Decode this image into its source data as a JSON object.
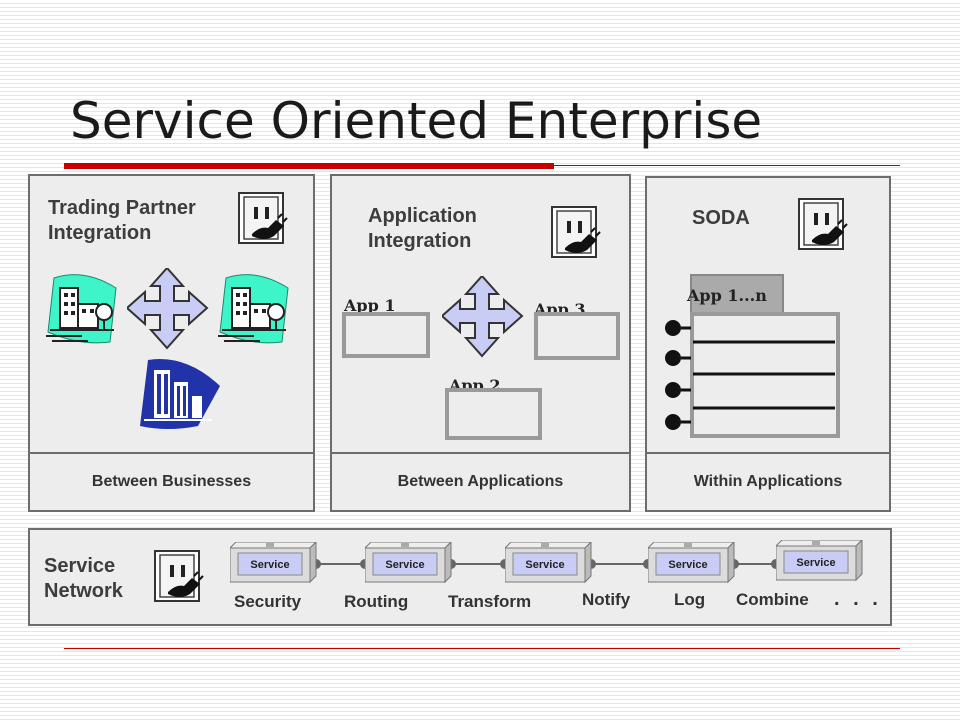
{
  "slide": {
    "title": "Service Oriented Enterprise"
  },
  "panels": {
    "trading": {
      "title": "Trading Partner\nIntegration",
      "footer": "Between Businesses"
    },
    "application": {
      "title": "Application\nIntegration",
      "footer": "Between Applications",
      "apps": [
        "App 1",
        "App 2",
        "App 3"
      ]
    },
    "soda": {
      "title": "SODA",
      "footer": "Within Applications",
      "app_label": "App 1...n"
    }
  },
  "service_network": {
    "title": "Service\nNetwork",
    "box_label": "Service",
    "services": [
      "Security",
      "Routing",
      "Transform",
      "Notify",
      "Log",
      "Combine"
    ],
    "ellipsis": ". . ."
  },
  "colors": {
    "accent_red": "#c40000",
    "arrow_fill": "#c9cdf5",
    "building_teal": "#3df5c8",
    "building_blue": "#2233aa"
  }
}
